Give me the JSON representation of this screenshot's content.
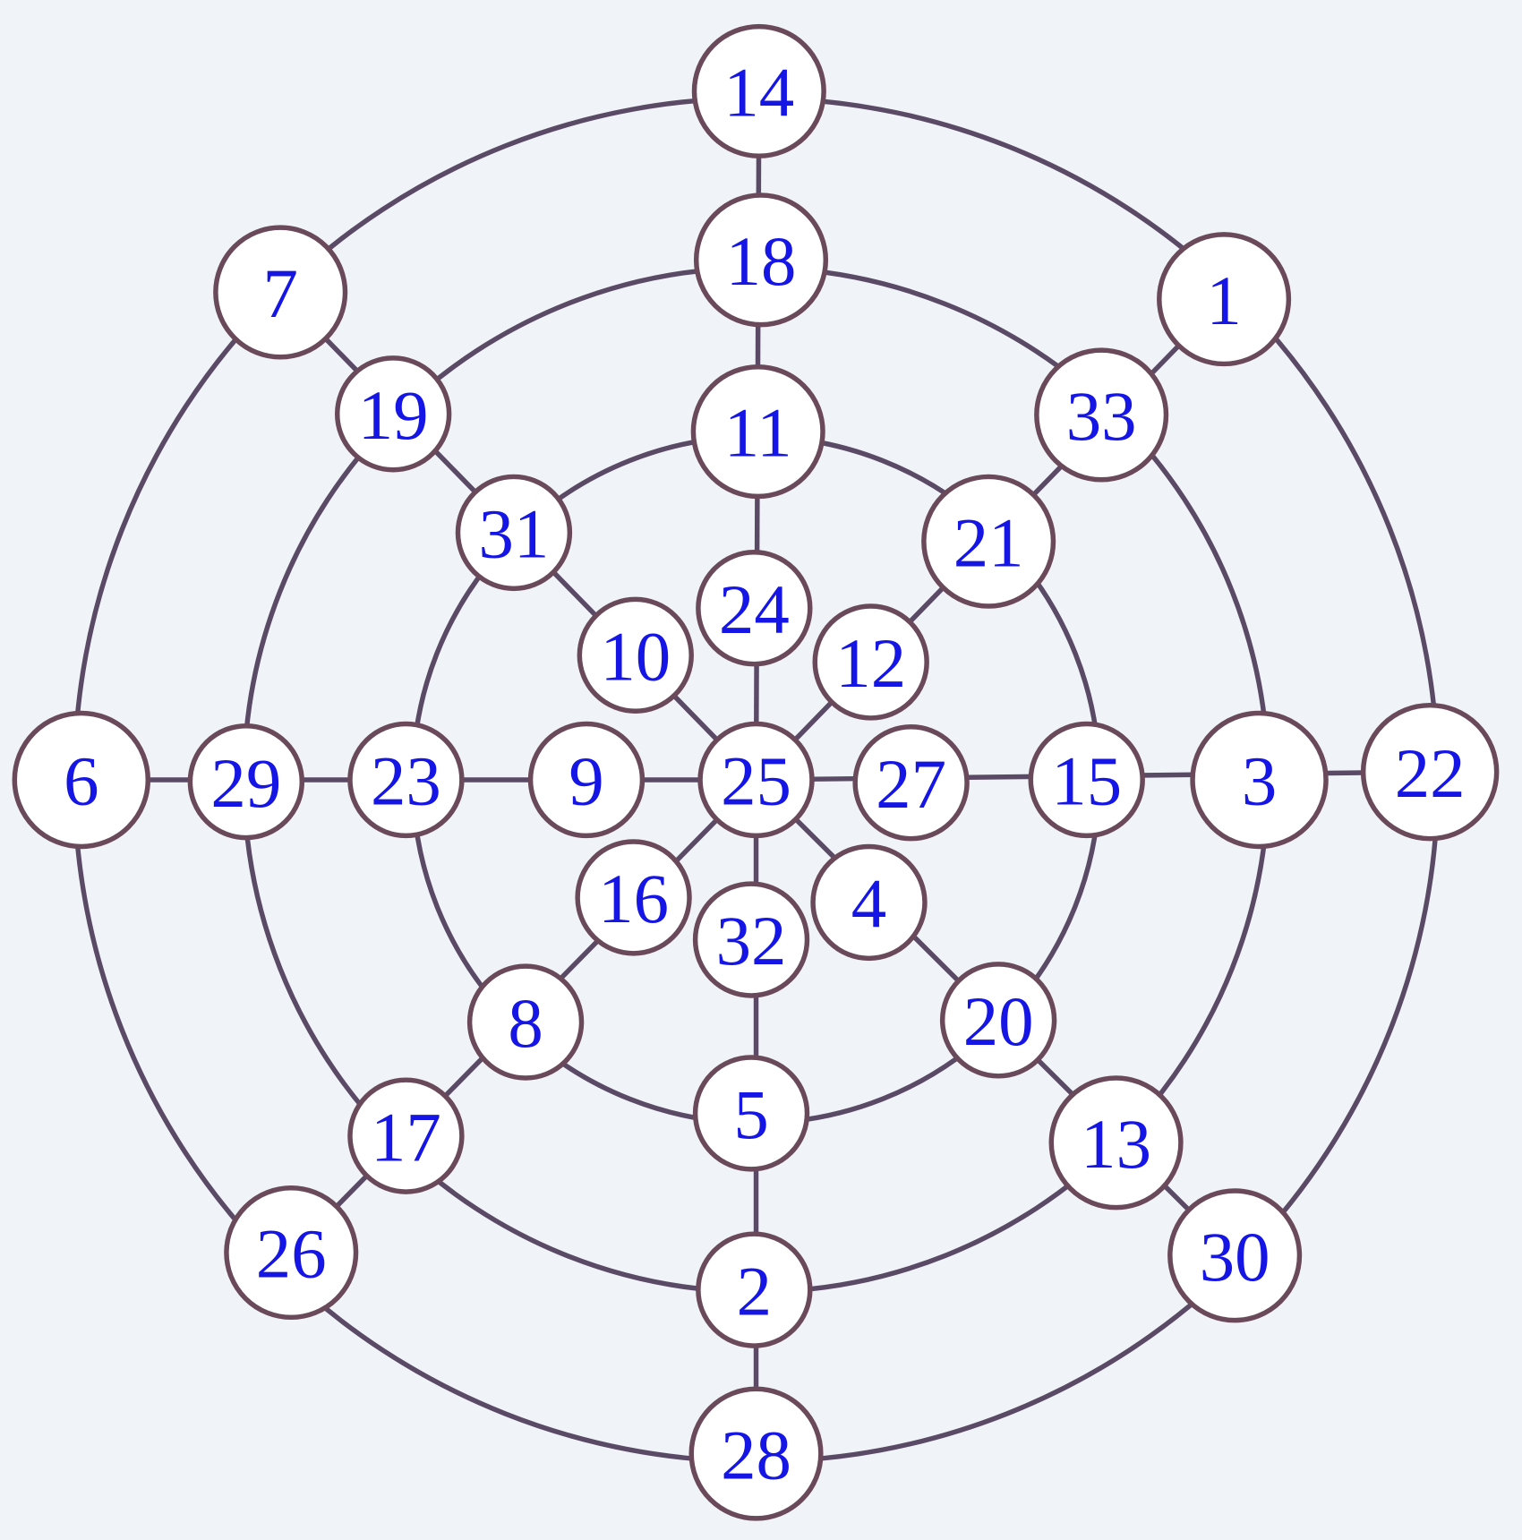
{
  "diagram": {
    "title": "",
    "nodes": [
      "14",
      "18",
      "11",
      "24",
      "25",
      "32",
      "5",
      "2",
      "28",
      "6",
      "29",
      "23",
      "9",
      "27",
      "15",
      "3",
      "22",
      "7",
      "19",
      "31",
      "10",
      "1",
      "33",
      "21",
      "12",
      "16",
      "8",
      "17",
      "26",
      "4",
      "20",
      "13",
      "30"
    ],
    "colors": {
      "background": "#f0f4f8",
      "line": "#5b4a66",
      "number": "#1515e6",
      "node_fill": "#ffffff"
    }
  }
}
